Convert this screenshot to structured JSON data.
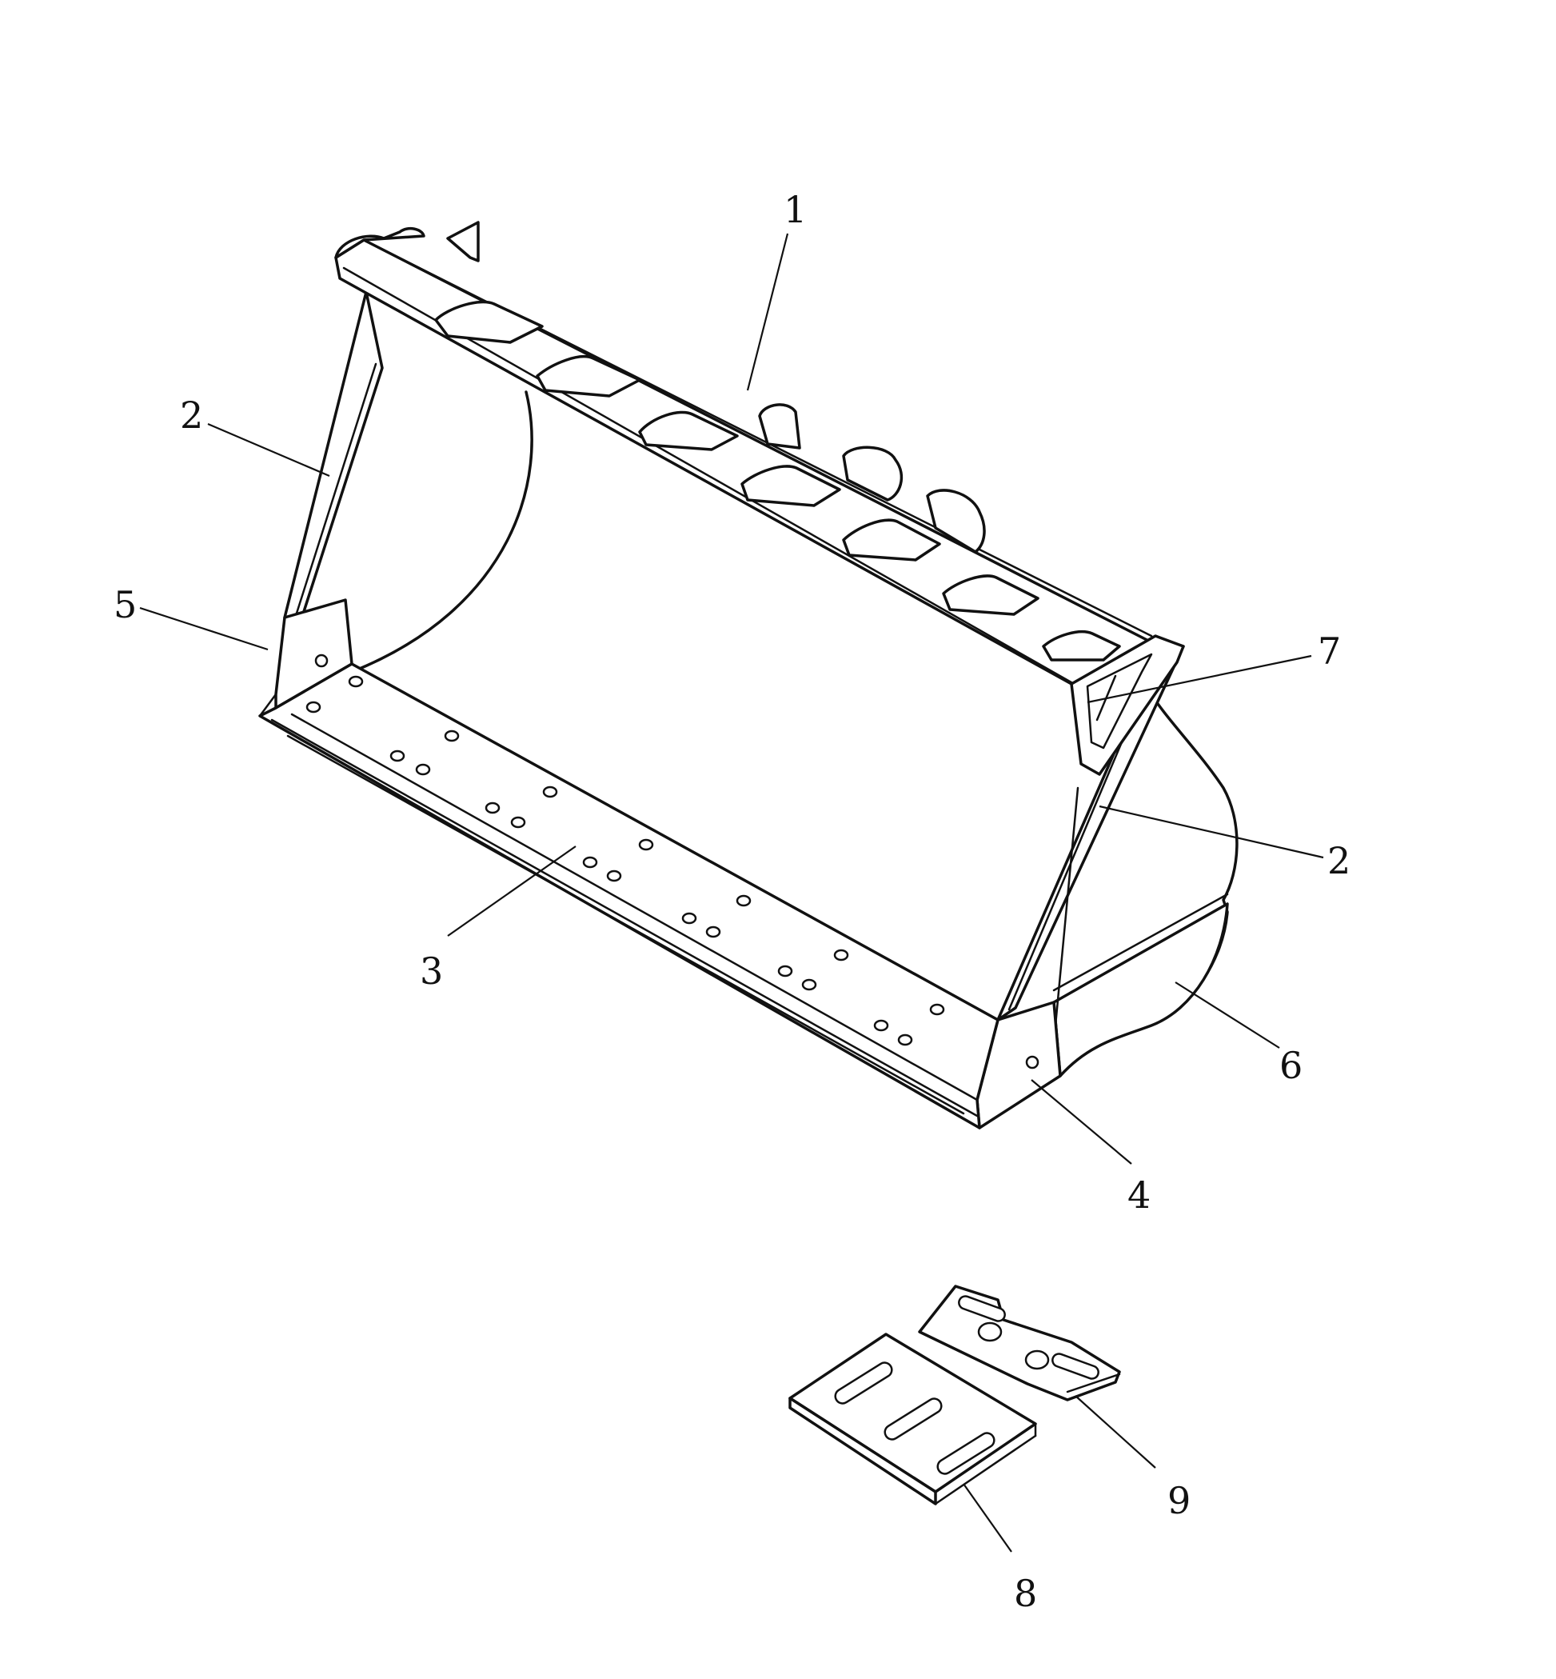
{
  "callouts": [
    {
      "id": "c1",
      "label": "1"
    },
    {
      "id": "c2a",
      "label": "2"
    },
    {
      "id": "c2b",
      "label": "2"
    },
    {
      "id": "c3",
      "label": "3"
    },
    {
      "id": "c4",
      "label": "4"
    },
    {
      "id": "c5",
      "label": "5"
    },
    {
      "id": "c6",
      "label": "6"
    },
    {
      "id": "c7",
      "label": "7"
    },
    {
      "id": "c8",
      "label": "8"
    },
    {
      "id": "c9",
      "label": "9"
    }
  ],
  "colors": {
    "ink": "#111111",
    "paper": "#ffffff"
  }
}
